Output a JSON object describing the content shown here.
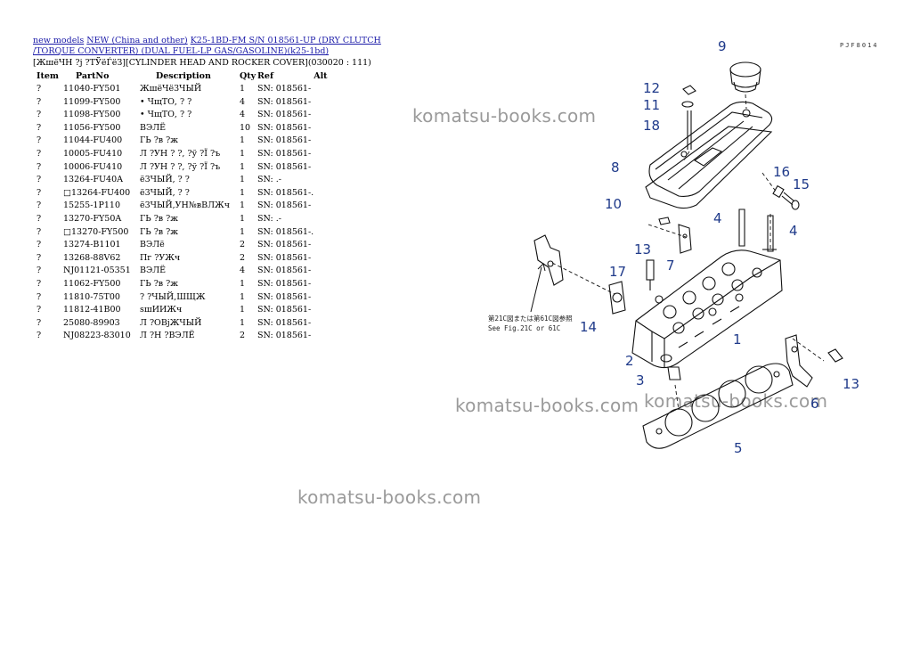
{
  "breadcrumb": {
    "link1": "new models",
    "link2": "NEW (China and other)",
    "link3": "K25-1BD-FM S/N 018561-UP (DRY CLUTCH /TORQUE CONVERTER) (DUAL FUEL-LP GAS/GASOLINE)(k25-1bd)"
  },
  "section_title": "[ЖшёЧН ?ј ?ТЎёЃёЗ][CYLINDER HEAD AND ROCKER COVER](030020 : 111)",
  "table": {
    "headers": {
      "item": "Item",
      "partno": "PartNo",
      "description": "Description",
      "qty": "Qty",
      "ref": "Ref",
      "alt": "Alt"
    },
    "rows": [
      {
        "item": "?",
        "partno": "11040-FY501",
        "desc": "ЖшёЧё3ЧЫЙ",
        "qty": "1",
        "ref": "SN: 018561-"
      },
      {
        "item": "?",
        "partno": "11099-FY500",
        "desc": "• ЧщТО, ? ?",
        "qty": "4",
        "ref": "SN: 018561-"
      },
      {
        "item": "?",
        "partno": "11098-FY500",
        "desc": "• ЧщТО, ? ?",
        "qty": "4",
        "ref": "SN: 018561-"
      },
      {
        "item": "?",
        "partno": "11056-FY500",
        "desc": "ВЭЛЁ",
        "qty": "10",
        "ref": "SN: 018561-"
      },
      {
        "item": "?",
        "partno": "11044-FU400",
        "desc": "ГЬ ?в ?ж",
        "qty": "1",
        "ref": "SN: 018561-"
      },
      {
        "item": "?",
        "partno": "10005-FU410",
        "desc": "Л ?УН ? ?, ?ў ?Ї ?ъ",
        "qty": "1",
        "ref": "SN: 018561-"
      },
      {
        "item": "?",
        "partno": "10006-FU410",
        "desc": "Л ?УН ? ?, ?ў ?Ї ?ъ",
        "qty": "1",
        "ref": "SN: 018561-"
      },
      {
        "item": "?",
        "partno": "13264-FU40A",
        "desc": "ё3ЧЫЙ, ? ?",
        "qty": "1",
        "ref": "SN: .-"
      },
      {
        "item": "?",
        "partno": "□13264-FU400",
        "desc": "ё3ЧЫЙ, ? ?",
        "qty": "1",
        "ref": "SN: 018561-."
      },
      {
        "item": "?",
        "partno": "15255-1P110",
        "desc": "ё3ЧЫЙ,УН№вВЛЖч",
        "qty": "1",
        "ref": "SN: 018561-"
      },
      {
        "item": "?",
        "partno": "13270-FY50A",
        "desc": "ГЬ ?в ?ж",
        "qty": "1",
        "ref": "SN: .-"
      },
      {
        "item": "?",
        "partno": "□13270-FY500",
        "desc": "ГЬ ?в ?ж",
        "qty": "1",
        "ref": "SN: 018561-."
      },
      {
        "item": "?",
        "partno": "13274-B1101",
        "desc": "ВЭЛё",
        "qty": "2",
        "ref": "SN: 018561-"
      },
      {
        "item": "?",
        "partno": "13268-88V62",
        "desc": "Пг ?УЖч",
        "qty": "2",
        "ref": "SN: 018561-"
      },
      {
        "item": "?",
        "partno": "NJ01121-05351",
        "desc": "ВЭЛЁ",
        "qty": "4",
        "ref": "SN: 018561-"
      },
      {
        "item": "?",
        "partno": "11062-FY500",
        "desc": "ГЬ ?в ?ж",
        "qty": "1",
        "ref": "SN: 018561-"
      },
      {
        "item": "?",
        "partno": "11810-75T00",
        "desc": "? ?ЧЫЙ,ШЩЖ",
        "qty": "1",
        "ref": "SN: 018561-"
      },
      {
        "item": "?",
        "partno": "11812-41B00",
        "desc": "sшИИЖч",
        "qty": "1",
        "ref": "SN: 018561-"
      },
      {
        "item": "?",
        "partno": "25080-89903",
        "desc": "Л ?ОВјЖЧЫЙ",
        "qty": "1",
        "ref": "SN: 018561-"
      },
      {
        "item": "?",
        "partno": "NJ08223-83010",
        "desc": "Л ?Н ?ВЭЛЁ",
        "qty": "2",
        "ref": "SN: 018561-"
      }
    ]
  },
  "diagram": {
    "code": "PJF8014",
    "note_line1": "第21C図または第61C図参照",
    "note_line2": "See Fig.21C or 61C",
    "callouts": [
      "9",
      "12",
      "11",
      "18",
      "8",
      "16",
      "15",
      "10",
      "4",
      "4",
      "13",
      "7",
      "17",
      "14",
      "1",
      "2",
      "3",
      "13",
      "6",
      "5"
    ]
  },
  "watermark": "komatsu-books.com",
  "colors": {
    "link": "#1a1aa8",
    "callout": "#1f3a8a",
    "watermark": "#9a9a9a"
  }
}
